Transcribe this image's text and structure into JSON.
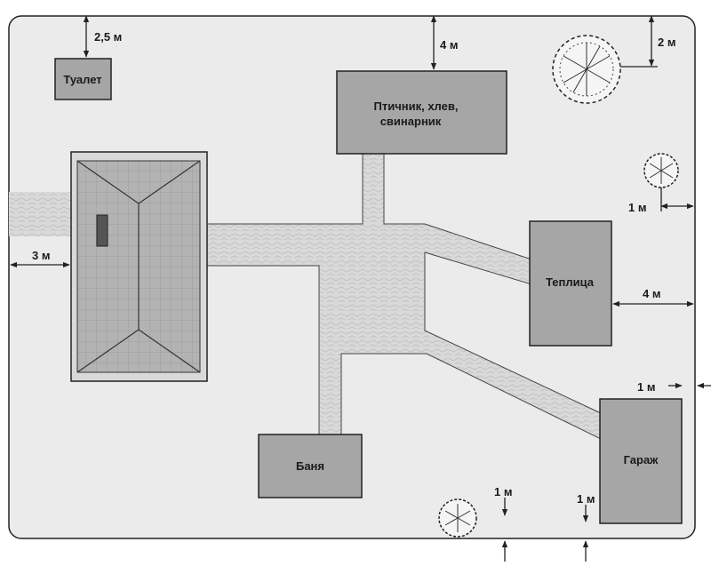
{
  "colors": {
    "background": "#ffffff",
    "plot": "#ebebeb",
    "building": "#a6a6a6",
    "path": "#d9d9d9",
    "roof": "#b3b3b3",
    "outline": "#222222"
  },
  "buildings": {
    "toilet": "Туалет",
    "poultry_line1": "Птичник, хлев,",
    "poultry_line2": "свинарник",
    "greenhouse": "Теплица",
    "bathhouse": "Баня",
    "garage": "Гараж"
  },
  "dimensions": {
    "toilet_top": "2,5 м",
    "poultry_top": "4 м",
    "tree_top": "2 м",
    "tree_right": "1 м",
    "house_left": "3 м",
    "greenhouse_right": "4 м",
    "garage_right": "1 м",
    "tree_bottom": "1 м",
    "garage_bottom": "1 м"
  },
  "icons": [
    "tree-icon",
    "tree-icon",
    "tree-icon"
  ]
}
